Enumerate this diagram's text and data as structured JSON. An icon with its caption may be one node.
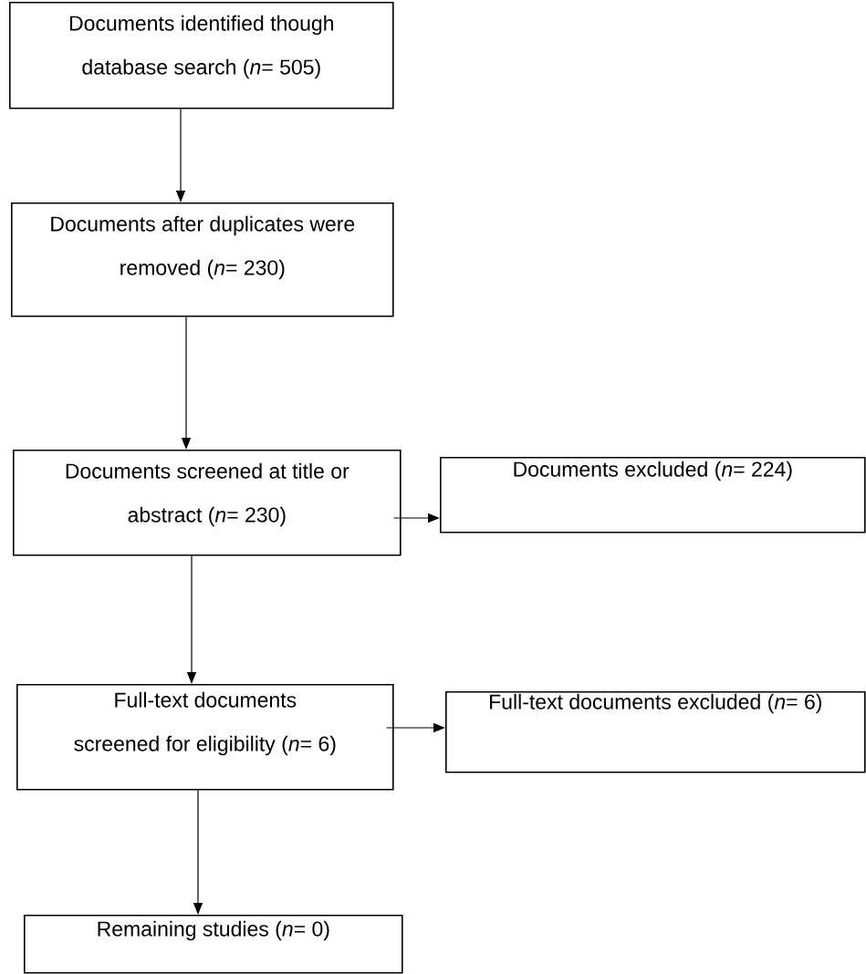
{
  "diagram": {
    "nodes": [
      {
        "text": [
          "Documents identified though database search (*n*= 505)"
        ]
      },
      {
        "text": [
          "Documents after duplicates were removed (*n*= 230)"
        ]
      },
      {
        "text": [
          "Documents screened at title or abstract (*n*= 230)"
        ]
      },
      {
        "text": [
          "Documents excluded (*n*= 224)"
        ]
      },
      {
        "text": [
          "Full-text documents screened for eligibility (*n*= 6)"
        ]
      },
      {
        "text": [
          "Full-text documents excluded (*n*= 6)"
        ]
      },
      {
        "text": [
          "Remaining studies (*n*= 0)"
        ]
      }
    ],
    "edges": [
      {
        "from": 0,
        "to": 1,
        "arrow": "to"
      },
      {
        "from": 1,
        "to": 2,
        "arrow": "to"
      },
      {
        "from": 2,
        "to": 3,
        "arrow": "to"
      },
      {
        "from": 2,
        "to": 4,
        "arrow": "to"
      },
      {
        "from": 4,
        "to": 5,
        "arrow": "to"
      },
      {
        "from": 4,
        "to": 6,
        "arrow": "to"
      }
    ]
  }
}
